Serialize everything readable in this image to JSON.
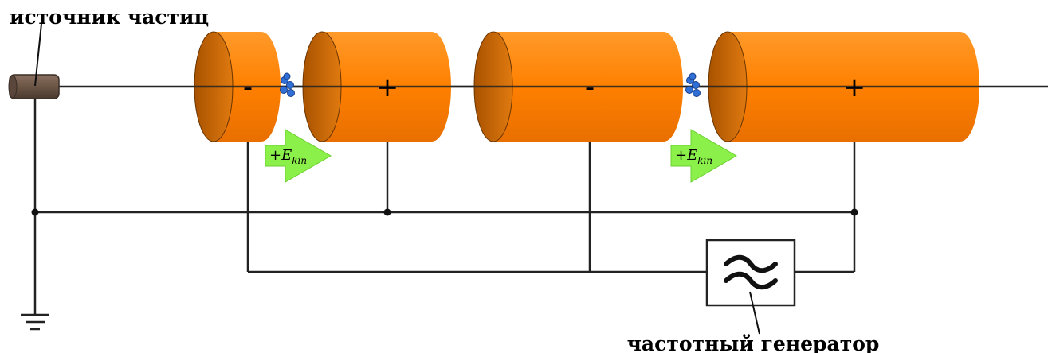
{
  "labels": {
    "source": "источник частиц",
    "generator": "частотный генератор",
    "ekin_prefix": "+E",
    "ekin_sub": "kin"
  },
  "tubes": [
    {
      "sign": "-"
    },
    {
      "sign": "+"
    },
    {
      "sign": "-"
    },
    {
      "sign": "+"
    }
  ],
  "colors": {
    "tube_main": "#ff8000",
    "tube_face": "#c86400",
    "arrow": "#8cf04b",
    "particle": "#2f6fd6",
    "source": "#6b5545"
  },
  "icons": {
    "generator": "wave-approx-icon",
    "ground": "ground-icon"
  }
}
